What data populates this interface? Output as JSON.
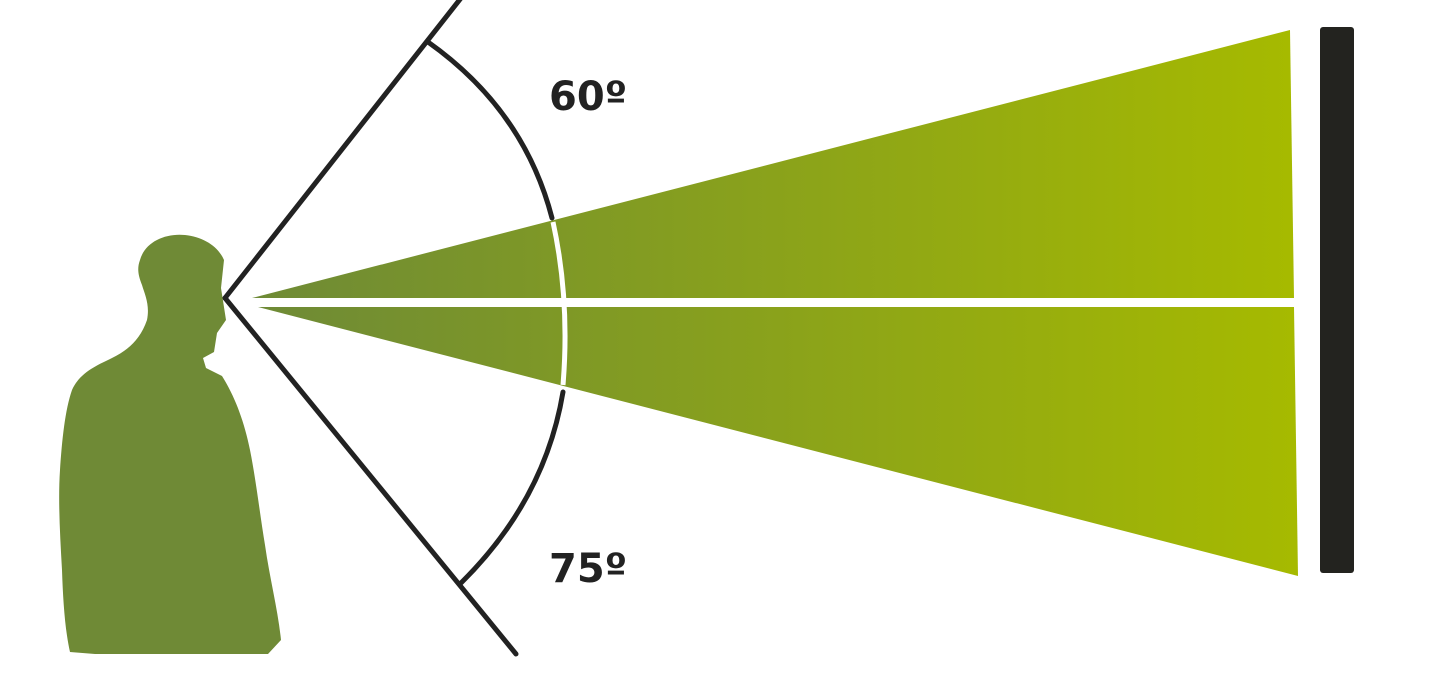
{
  "labels": {
    "upper_angle": "60º",
    "lower_angle": "75º"
  },
  "colors": {
    "gradient_start": "#6e8a36",
    "gradient_end": "#a6ba00",
    "person": "#6f8a36",
    "lines": "#222222",
    "screen": "#23231f",
    "background": "#ffffff"
  },
  "icons": {
    "viewer": "person-silhouette-icon",
    "display": "screen-panel"
  }
}
